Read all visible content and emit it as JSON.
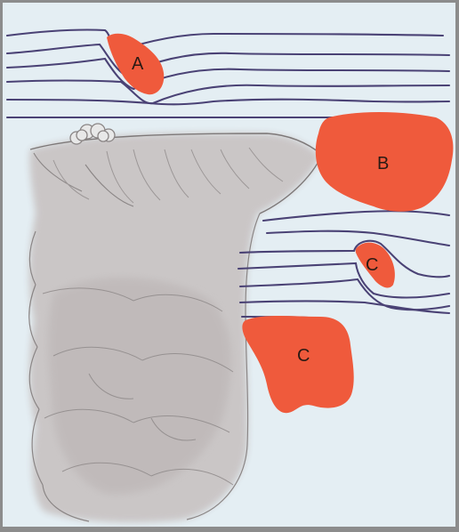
{
  "regions": [
    {
      "label": "A",
      "color": "#ef5a3c"
    },
    {
      "label": "B",
      "color": "#ef5a3c"
    },
    {
      "label": "C",
      "color": "#ef5a3c"
    },
    {
      "label": "C",
      "color": "#ef5a3c"
    }
  ],
  "colors": {
    "background": "#e4eef3",
    "flow_lines": "#4a4275",
    "cloud": "#c9c4c4",
    "frame_shadow": "#8c8c8c"
  }
}
